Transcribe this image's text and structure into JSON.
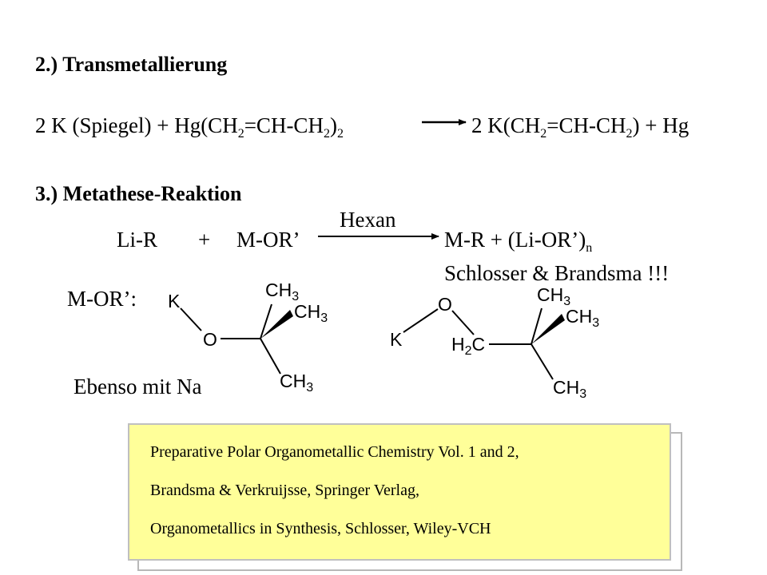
{
  "section2": {
    "heading": "2.) Transmetallierung",
    "lhs_prefix": "2 K (Spiegel)  +  Hg(CH",
    "lhs_sub1": "2",
    "lhs_mid": "=CH-CH",
    "lhs_sub2": "2",
    "lhs_close": ")",
    "lhs_sub3": "2",
    "rhs_prefix": "2 K(CH",
    "rhs_sub1": "2",
    "rhs_mid": "=CH-CH",
    "rhs_sub2": "2",
    "rhs_suffix": ")  + Hg"
  },
  "section3": {
    "heading": "3.) Metathese-Reaktion",
    "reactant1": "Li-R",
    "plus1": "+",
    "reactant2": "M-OR’",
    "condition": "Hexan",
    "product": "M-R   +   (Li-OR’)",
    "product_sub": "n",
    "attribution": "Schlosser  & Brandsma  !!!",
    "mor_label": "M-OR’:",
    "sodium_note": "Ebenso mit Na"
  },
  "structure1": {
    "atom_k": "K",
    "atom_o": "O",
    "ch3_top": "CH",
    "ch3_top_sub": "3",
    "ch3_right": "CH",
    "ch3_right_sub": "3",
    "ch3_bottom": "CH",
    "ch3_bottom_sub": "3"
  },
  "structure2": {
    "atom_o": "O",
    "atom_k": "K",
    "h2c_h": "H",
    "h2c_sub": "2",
    "h2c_c": "C",
    "ch3_top": "CH",
    "ch3_top_sub": "3",
    "ch3_right": "CH",
    "ch3_right_sub": "3",
    "ch3_bottom": "CH",
    "ch3_bottom_sub": "3"
  },
  "references": {
    "line1": "Preparative Polar Organometallic Chemistry Vol. 1 and 2,",
    "line2": "Brandsma & Verkruijsse, Springer Verlag,",
    "line3": "Organometallics in Synthesis, Schlosser, Wiley-VCH",
    "box_color": "#ffff99"
  }
}
